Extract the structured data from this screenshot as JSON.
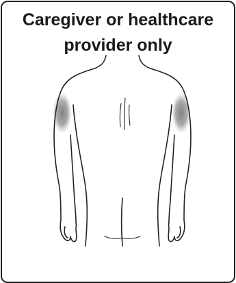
{
  "card": {
    "title_line1": "Caregiver or healthcare",
    "title_line2": "provider only"
  },
  "figure": {
    "subject": "back-view-upper-body",
    "highlighted_regions": [
      "left-upper-arm-back",
      "right-upper-arm-back"
    ]
  },
  "colors": {
    "outline": "#222222",
    "shading": "#8a8a8a",
    "background": "#ffffff"
  }
}
